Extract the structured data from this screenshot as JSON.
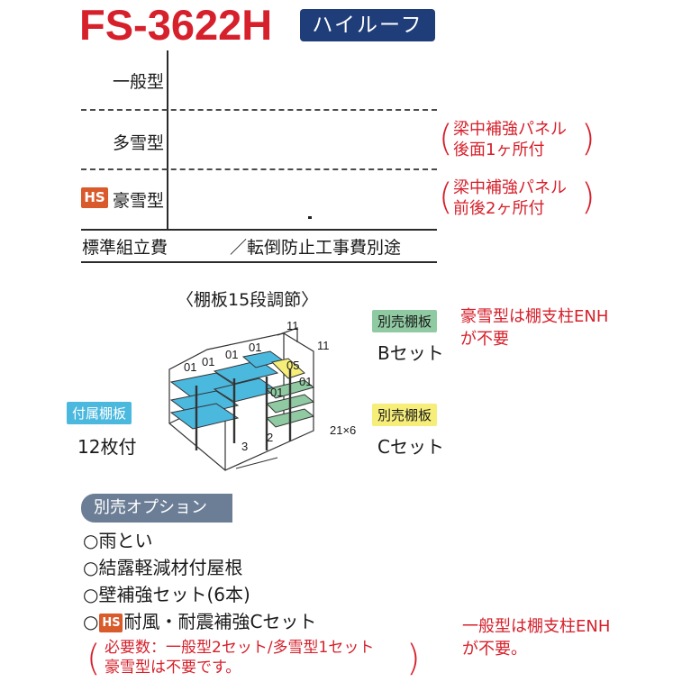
{
  "header": {
    "model": "FS-3622H",
    "roof_badge": "ハイルーフ"
  },
  "types": [
    {
      "label": "一般型"
    },
    {
      "label": "多雪型"
    },
    {
      "badge": "HS",
      "label": "豪雪型"
    }
  ],
  "notes": {
    "multi_snow": [
      "梁中補強パネル",
      "後面1ヶ所付"
    ],
    "heavy_snow": [
      "梁中補強パネル",
      "前後2ヶ所付"
    ]
  },
  "assembly": {
    "label": "標準組立費",
    "note": "／転倒防止工事費別途"
  },
  "shelf": {
    "caption": "〈棚板15段調節〉",
    "attached_tag": "付属棚板",
    "attached_count": "12枚付",
    "b_tag": "別売棚板",
    "b_set": "Bセット",
    "c_tag": "別売棚板",
    "c_set": "Cセット",
    "red_note_1": [
      "豪雪型は棚支柱ENH",
      "が不要"
    ],
    "diagram_labels": {
      "top1": "11",
      "top2": "11",
      "a": "01",
      "b": "01",
      "c": "01",
      "d": "01",
      "e": "05",
      "f": "01",
      "g": "01",
      "dim": "21×6",
      "n2": "2",
      "n3": "3"
    },
    "colors": {
      "attached": "#4bb8de",
      "b_set": "#8fcaa2",
      "c_set": "#f6ee79"
    }
  },
  "options": {
    "badge": "別売オプション",
    "items": [
      "○雨とい",
      "○結露軽減材付屋根",
      "○壁補強セット(6本)"
    ],
    "hs_item_prefix": "○",
    "hs_item_badge": "HS",
    "hs_item_text": "耐風・耐震補強Cセット",
    "requirement": [
      "必要数：一般型2セット/多雪型1セット",
      "豪雪型は不要です。"
    ],
    "red_note_2": [
      "一般型は棚支柱ENH",
      "が不要。"
    ]
  }
}
